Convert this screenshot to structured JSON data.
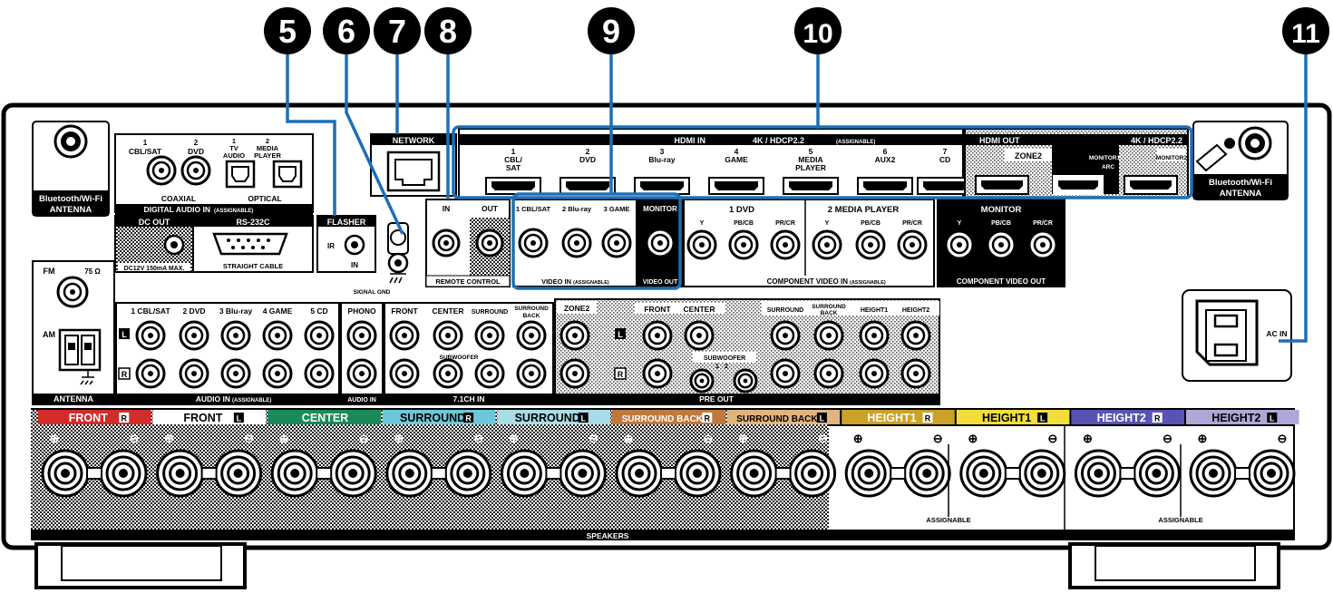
{
  "callouts": [
    "5",
    "6",
    "7",
    "8",
    "9",
    "10",
    "11"
  ],
  "antenna_bt_left": [
    "Bluetooth/Wi-Fi",
    "ANTENNA"
  ],
  "antenna_bt_right": [
    "Bluetooth/Wi-Fi",
    "ANTENNA"
  ],
  "digital_audio": {
    "title": "DIGITAL AUDIO IN",
    "assign": "(ASSIGNABLE)",
    "inputs": [
      "1",
      "CBL/SAT",
      "2",
      "DVD",
      "1",
      "TV",
      "AUDIO",
      "2",
      "MEDIA",
      "PLAYER"
    ],
    "coaxial": "COAXIAL",
    "optical": "OPTICAL"
  },
  "dc_out": {
    "label": "DC OUT",
    "spec": "DC12V 150mA MAX."
  },
  "rs232c": {
    "label": "RS-232C",
    "sub": "STRAIGHT CABLE"
  },
  "flasher": {
    "label": "FLASHER",
    "ir": "IR",
    "in": "IN"
  },
  "signal_gnd": "SIGNAL GND",
  "network": "NETWORK",
  "remote": {
    "in": "IN",
    "out": "OUT",
    "label": "REMOTE CONTROL"
  },
  "hdmi_in": {
    "title": "HDMI IN",
    "spec": "4K / HDCP2.2",
    "assign": "(ASSIGNABLE)",
    "ports": [
      [
        "1",
        "CBL/",
        "SAT"
      ],
      [
        "2",
        "DVD",
        ""
      ],
      [
        "3",
        "Blu-ray",
        ""
      ],
      [
        "4",
        "GAME",
        ""
      ],
      [
        "5",
        "MEDIA",
        "PLAYER"
      ],
      [
        "6",
        "AUX2",
        ""
      ],
      [
        "7",
        "CD",
        ""
      ]
    ]
  },
  "hdmi_out": {
    "title": "HDMI OUT",
    "spec": "4K / HDCP2.2",
    "zone2": "ZONE2",
    "monitor1": "MONITOR1",
    "arc": "ARC",
    "monitor2": "MONITOR2"
  },
  "video_in": {
    "labels": [
      "1 CBL/SAT",
      "2 Blu-ray",
      "3 GAME"
    ],
    "title": "VIDEO IN",
    "assign": "(ASSIGNABLE)"
  },
  "video_out": {
    "monitor": "MONITOR",
    "label": "VIDEO OUT"
  },
  "component_in": {
    "dvd": "1  DVD",
    "mp": "2  MEDIA PLAYER",
    "y": "Y",
    "pb": "PB/CB",
    "pr": "PR/CR",
    "title": "COMPONENT VIDEO IN",
    "assign": "(ASSIGNABLE)"
  },
  "component_out": {
    "monitor": "MONITOR",
    "y": "Y",
    "pb": "PB/CB",
    "pr": "PR/CR",
    "title": "COMPONENT VIDEO OUT"
  },
  "antenna": {
    "fm": "FM",
    "ohm": "75 Ω",
    "am": "AM",
    "label": "ANTENNA"
  },
  "audio_in": {
    "labels": [
      "1 CBL/SAT",
      "2 DVD",
      "3 Blu-ray",
      "4 GAME",
      "5 CD"
    ],
    "title": "AUDIO IN",
    "assign": "(ASSIGNABLE)",
    "l": "L",
    "r": "R"
  },
  "phono": {
    "label": "PHONO",
    "sub": "AUDIO IN"
  },
  "ch71": {
    "labels": [
      "FRONT",
      "CENTER",
      "SURROUND",
      "SURROUND",
      "BACK"
    ],
    "sub": "SUBWOOFER",
    "title": "7.1CH IN"
  },
  "preout": {
    "zone2": "ZONE2",
    "front": "FRONT",
    "center": "CENTER",
    "surround": "SURROUND",
    "sb1": "SURROUND",
    "sb2": "BACK",
    "h1": "HEIGHT1",
    "h2": "HEIGHT2",
    "sub": "SUBWOOFER",
    "n1": "1",
    "n2": "2",
    "title": "PRE OUT",
    "l": "L",
    "r": "R"
  },
  "ac_in": "AC IN",
  "speakers": {
    "title": "SPEAKERS",
    "assignable": "ASSIGNABLE",
    "channels": [
      {
        "name": "FRONT",
        "side": "R",
        "color": "#d42b2b"
      },
      {
        "name": "FRONT",
        "side": "L",
        "color": "#ffffff"
      },
      {
        "name": "CENTER",
        "side": "",
        "color": "#1a8a5a"
      },
      {
        "name": "SURROUND",
        "side": "R",
        "color": "#6ec7d8"
      },
      {
        "name": "SURROUND",
        "side": "L",
        "color": "#a9dce6"
      },
      {
        "name": "SURROUND BACK",
        "side": "R",
        "color": "#c1783c"
      },
      {
        "name": "SURROUND BACK",
        "side": "L",
        "color": "#e2b37d"
      },
      {
        "name": "HEIGHT1",
        "side": "R",
        "color": "#c9a227"
      },
      {
        "name": "HEIGHT1",
        "side": "L",
        "color": "#f1de3c"
      },
      {
        "name": "HEIGHT2",
        "side": "R",
        "color": "#5a53b5"
      },
      {
        "name": "HEIGHT2",
        "side": "L",
        "color": "#b2a6d8"
      }
    ],
    "plus": "⊕",
    "minus": "⊖"
  }
}
